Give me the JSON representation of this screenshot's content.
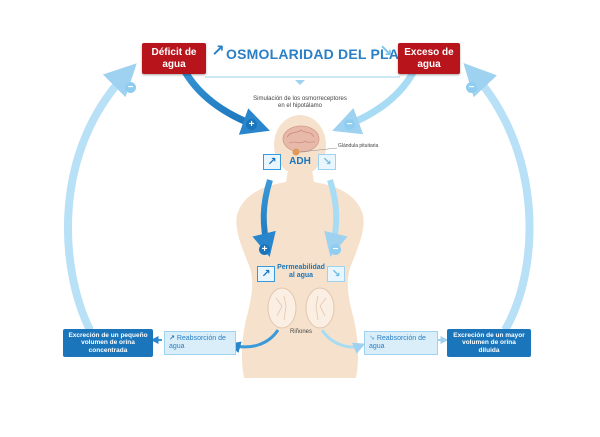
{
  "title": "OSMOLARIDAD DEL PLASMA",
  "deficit_label": "Déficit de agua",
  "exceso_label": "Exceso de agua",
  "hypothalamus_caption": "Simulación de los osmorreceptores en el hipotálamo",
  "pituitary_label": "Glándula pituitaria",
  "adh_label": "ADH",
  "permeability_label": "Permeabilidad al agua",
  "kidneys_label": "Riñones",
  "reabsorption_left": "Reabsorción de agua",
  "reabsorption_right": "Reabsorción de agua",
  "excretion_small": "Excreción de un pequeño volumen de orina concentrada",
  "excretion_large": "Excreción de un mayor volumen de orina diluida",
  "signs": {
    "plus": "+",
    "minus": "−"
  },
  "arrows": {
    "up": "↗",
    "down": "↘"
  },
  "colors": {
    "dark_blue": "#1b75bb",
    "mid_blue": "#3a9ad9",
    "light_blue": "#9fd2f0",
    "red": "#b8141c",
    "skin": "#f6e2cc"
  }
}
